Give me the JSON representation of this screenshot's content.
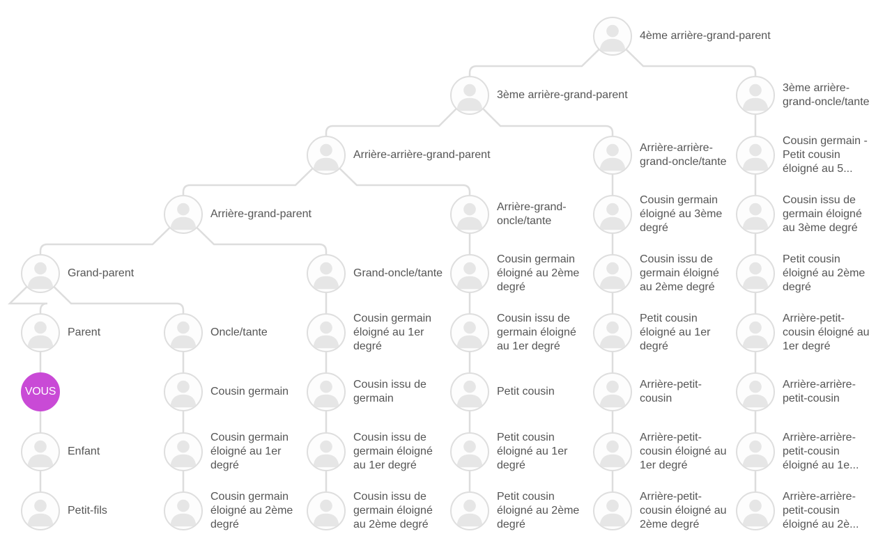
{
  "you_node": {
    "label": "VOUS",
    "color": "#c94ad6"
  },
  "colors": {
    "line": "#dddddd",
    "node_border": "#dedede",
    "avatar": "#e6e6e6",
    "text": "#555555"
  },
  "icon": "person-avatar-icon",
  "nodes": [
    {
      "id": "g4",
      "label": "4ème arrière-grand-parent"
    },
    {
      "id": "g3",
      "label": "3ème arrière-grand-parent"
    },
    {
      "id": "u3",
      "label": "3ème arrière-grand-oncle/tante"
    },
    {
      "id": "g2",
      "label": "Arrière-arrière-grand-parent"
    },
    {
      "id": "u2",
      "label": "Arrière-arrière-grand-oncle/tante"
    },
    {
      "id": "c5",
      "label": "Cousin germain - Petit cousin éloigné au 5..."
    },
    {
      "id": "g1",
      "label": "Arrière-grand-parent"
    },
    {
      "id": "u1",
      "label": "Arrière-grand-oncle/tante"
    },
    {
      "id": "c3a",
      "label": "Cousin germain éloigné au 3ème degré"
    },
    {
      "id": "c3b",
      "label": "Cousin issu de germain éloigné au 3ème degré"
    },
    {
      "id": "gp",
      "label": "Grand-parent"
    },
    {
      "id": "gu",
      "label": "Grand-oncle/tante"
    },
    {
      "id": "c2a",
      "label": "Cousin germain éloigné au 2ème degré"
    },
    {
      "id": "c2b",
      "label": "Cousin issu de germain éloigné au 2ème degré"
    },
    {
      "id": "c2c",
      "label": "Petit cousin éloigné au 2ème degré"
    },
    {
      "id": "p",
      "label": "Parent"
    },
    {
      "id": "ou",
      "label": "Oncle/tante"
    },
    {
      "id": "c1a",
      "label": "Cousin germain éloigné au 1er degré"
    },
    {
      "id": "c1b",
      "label": "Cousin issu de germain éloigné au 1er degré"
    },
    {
      "id": "c1c",
      "label": "Petit cousin éloigné au 1er degré"
    },
    {
      "id": "c1d",
      "label": "Arrière-petit-cousin éloigné au 1er degré"
    },
    {
      "id": "you",
      "label": ""
    },
    {
      "id": "cg",
      "label": "Cousin germain"
    },
    {
      "id": "cig",
      "label": "Cousin issu de germain"
    },
    {
      "id": "pc",
      "label": "Petit cousin"
    },
    {
      "id": "apc",
      "label": "Arrière-petit-cousin"
    },
    {
      "id": "aapc",
      "label": "Arrière-arrière-petit-cousin"
    },
    {
      "id": "enf",
      "label": "Enfant"
    },
    {
      "id": "cg1",
      "label": "Cousin germain éloigné au 1er degré"
    },
    {
      "id": "cig1",
      "label": "Cousin issu de germain éloigné au 1er degré"
    },
    {
      "id": "pc1",
      "label": "Petit cousin éloigné au 1er degré"
    },
    {
      "id": "apc1",
      "label": "Arrière-petit-cousin éloigné au 1er degré"
    },
    {
      "id": "aapc1",
      "label": "Arrière-arrière-petit-cousin éloigné au 1e..."
    },
    {
      "id": "pf",
      "label": "Petit-fils"
    },
    {
      "id": "cg2",
      "label": "Cousin germain éloigné au 2ème degré"
    },
    {
      "id": "cig2",
      "label": "Cousin issu de germain éloigné au 2ème degré"
    },
    {
      "id": "pc2",
      "label": "Petit cousin éloigné au 2ème degré"
    },
    {
      "id": "apc2",
      "label": "Arrière-petit-cousin éloigné au 2ème degré"
    },
    {
      "id": "aapc2",
      "label": "Arrière-arrière-petit-cousin éloigné au 2è..."
    }
  ]
}
